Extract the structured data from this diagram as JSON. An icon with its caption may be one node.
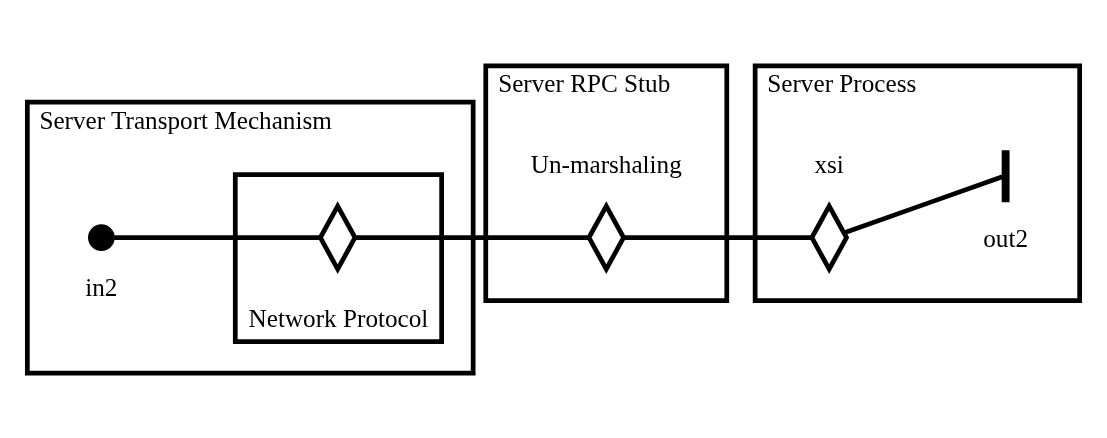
{
  "diagram": {
    "nodes": [
      {
        "text": [
          "Server Transport Mechanism"
        ]
      },
      {
        "text": [],
        "shape": "circle",
        "in": 0,
        "beside": [
          "in2"
        ]
      },
      {
        "text": [
          "Network Protocol"
        ],
        "in": 0
      },
      {
        "text": [],
        "shape": "cross",
        "in": 2
      },
      {
        "text": [
          "Server RPC Stub"
        ]
      },
      {
        "text": [],
        "shape": "cross",
        "in": 4,
        "beside": [
          "Un-marshaling"
        ]
      },
      {
        "text": [
          "Server Process"
        ]
      },
      {
        "text": [],
        "shape": "cross",
        "in": 6,
        "beside": [
          "xsi"
        ]
      },
      {
        "text": [],
        "shape": "bar",
        "in": 6,
        "beside": [
          "out2"
        ]
      }
    ],
    "edges": [
      {
        "from": 1,
        "to": 3,
        "arrow": "none"
      },
      {
        "from": 3,
        "to": 5,
        "arrow": "none"
      },
      {
        "from": 5,
        "to": 7,
        "arrow": "none"
      },
      {
        "from": 7,
        "to": 8,
        "arrow": "none"
      }
    ]
  }
}
